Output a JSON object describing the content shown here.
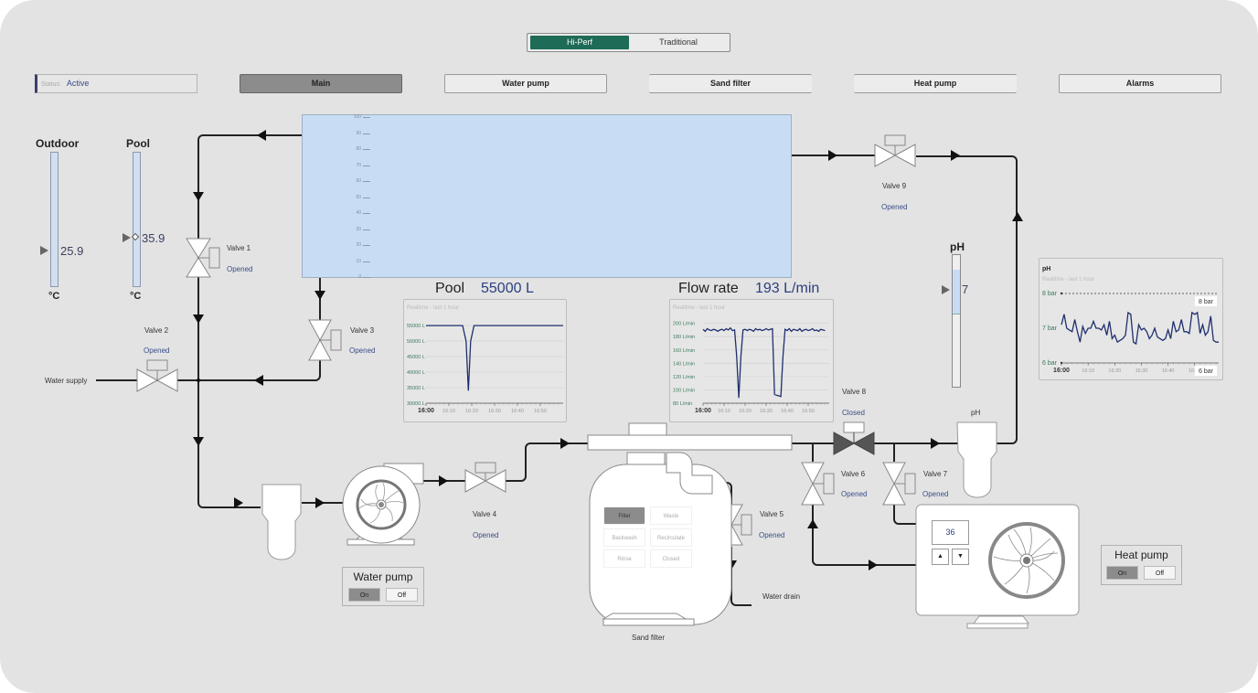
{
  "mode_toggle": {
    "options": [
      "Hi-Perf",
      "Traditional"
    ],
    "selected": "Hi-Perf"
  },
  "status": {
    "label": "Status:",
    "value": "Active"
  },
  "nav": {
    "items": [
      {
        "label": "Main",
        "active": true
      },
      {
        "label": "Water pump",
        "active": false
      },
      {
        "label": "Sand filter",
        "active": false
      },
      {
        "label": "Heat pump",
        "active": false
      },
      {
        "label": "Alarms",
        "active": false
      }
    ]
  },
  "thermometers": {
    "outdoor": {
      "title": "Outdoor",
      "value": "25.9",
      "unit": "°C"
    },
    "pool": {
      "title": "Pool",
      "value": "35.9",
      "unit": "°C"
    }
  },
  "tank": {
    "scale_ticks": [
      "100",
      "90",
      "80",
      "70",
      "60",
      "50",
      "40",
      "30",
      "20",
      "10",
      "0"
    ],
    "fill_percent": 100
  },
  "valves": [
    {
      "name": "Valve 1",
      "state": "Opened"
    },
    {
      "name": "Valve 2",
      "state": "Opened"
    },
    {
      "name": "Valve 3",
      "state": "Opened"
    },
    {
      "name": "Valve 4",
      "state": "Opened"
    },
    {
      "name": "Valve 5",
      "state": "Opened"
    },
    {
      "name": "Valve 6",
      "state": "Opened"
    },
    {
      "name": "Valve 7",
      "state": "Opened"
    },
    {
      "name": "Valve 8",
      "state": "Closed"
    },
    {
      "name": "Valve 9",
      "state": "Opened"
    }
  ],
  "labels": {
    "water_supply": "Water supply",
    "water_drain": "Water drain",
    "sand_filter": "Sand filter",
    "ph_sensor": "pH"
  },
  "pool_volume": {
    "title": "Pool",
    "value": "55000 L"
  },
  "flow_rate": {
    "title": "Flow rate",
    "value": "193 L/min"
  },
  "ph_gauge": {
    "title": "pH",
    "value": "7"
  },
  "water_pump_control": {
    "title": "Water pump",
    "on_label": "On",
    "off_label": "Off",
    "state": "On"
  },
  "heat_pump_control": {
    "title": "Heat pump",
    "on_label": "On",
    "off_label": "Off",
    "state": "On"
  },
  "heat_pump_setpoint": {
    "value": "36",
    "up_icon": "triangle-up",
    "down_icon": "triangle-down"
  },
  "sand_filter_modes": {
    "options": [
      "Filter",
      "Waste",
      "Backwash",
      "Recirculate",
      "Rinse",
      "Closed"
    ],
    "selected": "Filter"
  },
  "chart_data": [
    {
      "id": "pool_chart",
      "type": "line",
      "title": "Realtime - last 1 hour",
      "x_ticks": [
        "16:00",
        "16:10",
        "16:20",
        "16:30",
        "16:40",
        "16:50"
      ],
      "y_ticks": [
        "55000 L",
        "50000 L",
        "45000 L",
        "40000 L",
        "35000 L",
        "30000 L"
      ],
      "ylim": [
        30000,
        56500
      ],
      "xlim": [
        0,
        60
      ],
      "series": [
        {
          "name": "Pool volume",
          "x": [
            0,
            16,
            17.5,
            18.5,
            19.5,
            21,
            60
          ],
          "y": [
            55000,
            55000,
            50000,
            34000,
            50000,
            55000,
            55000
          ]
        }
      ]
    },
    {
      "id": "flow_chart",
      "type": "line",
      "title": "Realtime - last 1 hour",
      "x_ticks": [
        "16:00",
        "16:10",
        "16:20",
        "16:30",
        "16:40",
        "16:50"
      ],
      "y_ticks": [
        "200 L/min",
        "180 L/min",
        "160 L/min",
        "140 L/min",
        "120 L/min",
        "100 L/min",
        "80 L/min"
      ],
      "ylim": [
        80,
        205
      ],
      "xlim": [
        0,
        60
      ],
      "series": [
        {
          "name": "Flow rate",
          "x": [
            0,
            1,
            2,
            3,
            4,
            5,
            6,
            7,
            8,
            9,
            10,
            11,
            12,
            13,
            14,
            15,
            16,
            17,
            18,
            19,
            20,
            21,
            22,
            23,
            24,
            25,
            26,
            27,
            28,
            29,
            30,
            31,
            32,
            33,
            34,
            35,
            36,
            37,
            38,
            39,
            40,
            41,
            42,
            43,
            44,
            45,
            46,
            47,
            48,
            49,
            50,
            51,
            52,
            53,
            54,
            55,
            56,
            57,
            58
          ],
          "y": [
            191,
            188,
            192,
            190,
            189,
            191,
            190,
            188,
            190,
            191,
            189,
            192,
            190,
            193,
            189,
            190,
            150,
            88,
            150,
            190,
            191,
            189,
            191,
            190,
            188,
            192,
            190,
            191,
            189,
            190,
            192,
            190,
            191,
            192,
            93,
            92,
            91,
            90,
            150,
            191,
            189,
            192,
            188,
            191,
            190,
            189,
            192,
            188,
            190,
            191,
            189,
            190,
            192,
            189,
            190,
            188,
            191,
            190,
            189
          ]
        }
      ]
    },
    {
      "id": "ph_chart",
      "type": "line",
      "title": "pH",
      "subtitle": "Realtime - last 1 hour",
      "x_ticks": [
        "16:00",
        "16:10",
        "16:20",
        "16:30",
        "16:40",
        "16:50"
      ],
      "y_ticks": [
        "8 bar",
        "7 bar",
        "6 bar"
      ],
      "ylim": [
        6,
        8
      ],
      "xlim": [
        0,
        59
      ],
      "annotations": [
        "8 bar",
        "6 bar"
      ],
      "series": [
        {
          "name": "pH",
          "x": [
            0,
            1,
            2,
            3,
            4,
            5,
            6,
            7,
            8,
            9,
            10,
            11,
            12,
            13,
            14,
            15,
            16,
            17,
            18,
            19,
            20,
            21,
            22,
            23,
            24,
            25,
            26,
            27,
            28,
            29,
            30,
            31,
            32,
            33,
            34,
            35,
            36,
            37,
            38,
            39,
            40,
            41,
            42,
            43,
            44,
            45,
            46,
            47,
            48,
            49,
            50,
            51,
            52,
            53,
            54,
            55,
            56,
            57,
            58,
            59
          ],
          "y": [
            7.1,
            7.4,
            7.0,
            6.95,
            6.9,
            7.25,
            6.9,
            6.6,
            7.05,
            6.85,
            7.0,
            7.0,
            7.2,
            7.0,
            7.0,
            6.95,
            7.1,
            6.8,
            7.2,
            6.7,
            6.8,
            6.6,
            6.65,
            6.7,
            6.8,
            7.45,
            7.4,
            6.6,
            6.55,
            7.1,
            6.95,
            7.0,
            6.9,
            6.7,
            6.8,
            7.0,
            6.75,
            6.7,
            6.65,
            6.7,
            6.95,
            6.7,
            7.2,
            6.9,
            6.95,
            7.25,
            6.9,
            6.9,
            6.85,
            7.45,
            7.4,
            7.45,
            6.85,
            7.1,
            6.8,
            6.9,
            7.35,
            6.65,
            6.6,
            6.6
          ]
        }
      ]
    }
  ]
}
